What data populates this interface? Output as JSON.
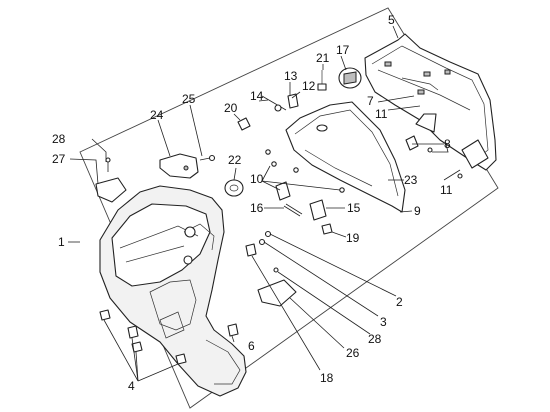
{
  "diagram": {
    "callouts": [
      {
        "id": "c5",
        "text": "5"
      },
      {
        "id": "c17",
        "text": "17"
      },
      {
        "id": "c21",
        "text": "21"
      },
      {
        "id": "c13",
        "text": "13"
      },
      {
        "id": "c12",
        "text": "12"
      },
      {
        "id": "c14",
        "text": "14"
      },
      {
        "id": "c25",
        "text": "25"
      },
      {
        "id": "c20",
        "text": "20"
      },
      {
        "id": "c24",
        "text": "24"
      },
      {
        "id": "c7",
        "text": "7"
      },
      {
        "id": "c11a",
        "text": "11"
      },
      {
        "id": "c28a",
        "text": "28"
      },
      {
        "id": "c27",
        "text": "27"
      },
      {
        "id": "c22",
        "text": "22"
      },
      {
        "id": "c8",
        "text": "8"
      },
      {
        "id": "c10",
        "text": "10"
      },
      {
        "id": "c23",
        "text": "23"
      },
      {
        "id": "c11b",
        "text": "11"
      },
      {
        "id": "c16",
        "text": "16"
      },
      {
        "id": "c15",
        "text": "15"
      },
      {
        "id": "c9",
        "text": "9"
      },
      {
        "id": "c1",
        "text": "1"
      },
      {
        "id": "c19",
        "text": "19"
      },
      {
        "id": "c2",
        "text": "2"
      },
      {
        "id": "c3",
        "text": "3"
      },
      {
        "id": "c28b",
        "text": "28"
      },
      {
        "id": "c6",
        "text": "6"
      },
      {
        "id": "c26",
        "text": "26"
      },
      {
        "id": "c18",
        "text": "18"
      },
      {
        "id": "c4",
        "text": "4"
      }
    ]
  }
}
